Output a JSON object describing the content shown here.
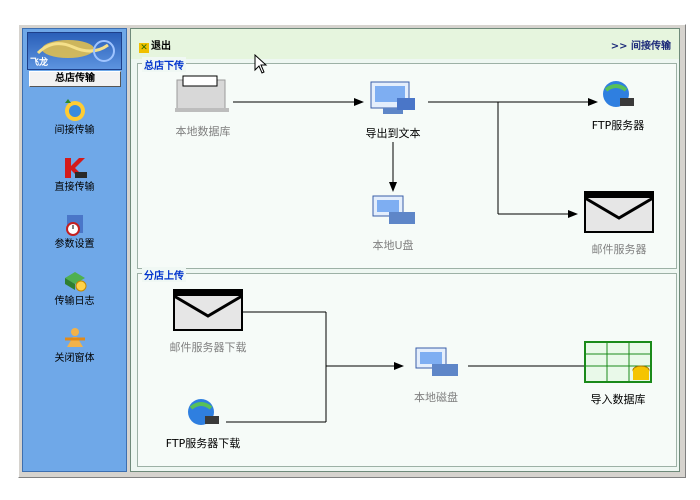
{
  "logo": {
    "text": "飞龙"
  },
  "sidebar": {
    "section_title": "总店传输",
    "items": [
      {
        "label": "间接传输",
        "icon": "globe-transfer-icon"
      },
      {
        "label": "直接传输",
        "icon": "direct-transfer-icon"
      },
      {
        "label": "参数设置",
        "icon": "settings-clock-icon"
      },
      {
        "label": "传输日志",
        "icon": "log-icon"
      },
      {
        "label": "关闭窗体",
        "icon": "close-window-icon"
      }
    ]
  },
  "topbar": {
    "exit_label": "退出",
    "right_link": ">> 间接传输"
  },
  "upload_group": {
    "title": "总店下传",
    "nodes": {
      "local_db": "本地数据库",
      "export_text": "导出到文本",
      "ftp_server": "FTP服务器",
      "local_u_disk": "本地U盘",
      "mail_server": "邮件服务器"
    }
  },
  "download_group": {
    "title": "分店上传",
    "nodes": {
      "mail_download": "邮件服务器下载",
      "ftp_download": "FTP服务器下载",
      "local_disk": "本地磁盘",
      "import_db": "导入数据库"
    }
  }
}
